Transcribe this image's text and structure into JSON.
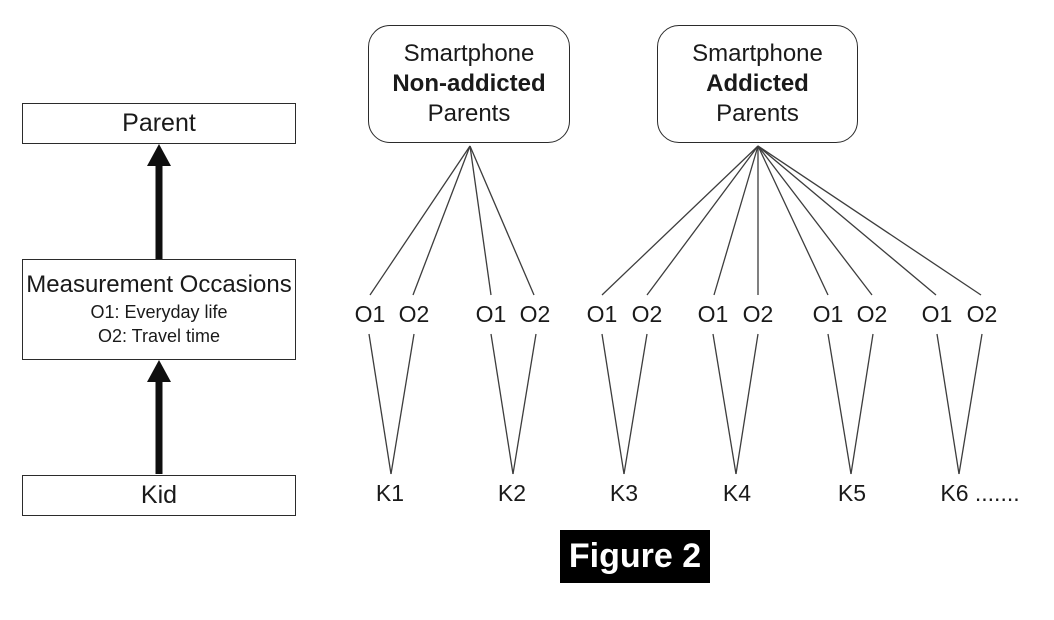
{
  "caption": {
    "label": "Figure 2"
  },
  "left_flow": {
    "parent": {
      "title": "Parent"
    },
    "measurement": {
      "title": "Measurement Occasions",
      "items": [
        "O1: Everyday life",
        "O2: Travel time"
      ]
    },
    "kid": {
      "title": "Kid"
    }
  },
  "parent_groups": [
    {
      "line1": "Smartphone",
      "line2": "Non-addicted",
      "line3": "Parents"
    },
    {
      "line1": "Smartphone",
      "line2": "Addicted",
      "line3": "Parents"
    }
  ],
  "occasions": [
    "O1",
    "O2",
    "O1",
    "O2",
    "O1",
    "O2",
    "O1",
    "O2",
    "O1",
    "O2",
    "O1",
    "O2"
  ],
  "kids": [
    "K1",
    "K2",
    "K3",
    "K4",
    "K5",
    "K6 ......."
  ],
  "colors": {
    "ink": "#1a1a1a",
    "line": "#3d3d3d",
    "caption_bg": "#000000",
    "caption_fg": "#ffffff",
    "background": "#ffffff"
  }
}
